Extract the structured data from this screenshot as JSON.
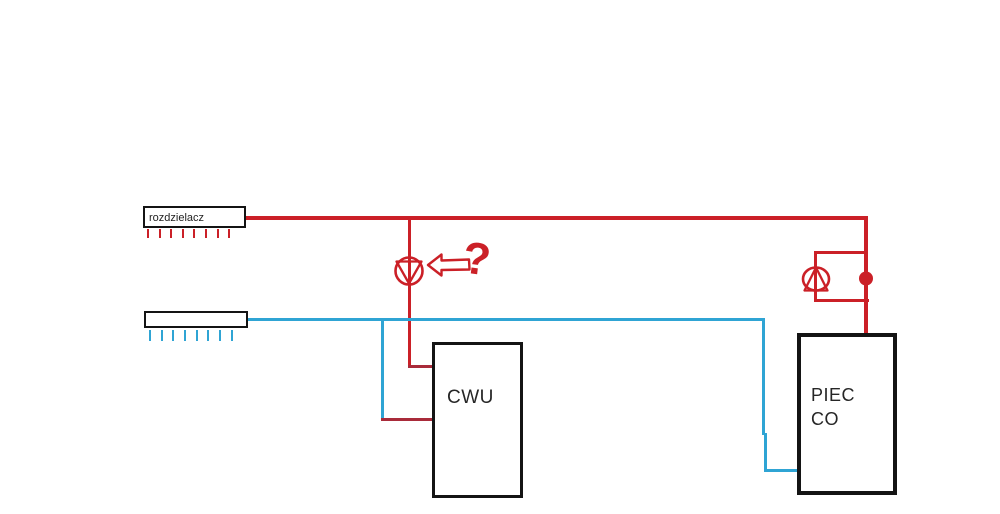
{
  "diagram": {
    "type": "hand-drawn heating system schematic (paint-style drawing)",
    "labels": {
      "distributor": "rozdzielacz",
      "cwu_tank": "CWU",
      "boiler_line1": "PIEC",
      "boiler_line2": "CO",
      "question_mark": "?"
    },
    "colors": {
      "pipe_red": "#cb2027",
      "pipe_dark_red": "#a92b3a",
      "pipe_blue": "#2fa4d4",
      "ink_black": "#141414"
    },
    "icons": {
      "cwu_pump": "pump-icon (circle with triangle pointing down)",
      "boiler_pump": "pump-icon (circle with triangle pointing up)",
      "arrow": "left-arrow-icon (outlined block arrow)",
      "junction": "junction-dot (filled red circle)"
    }
  }
}
